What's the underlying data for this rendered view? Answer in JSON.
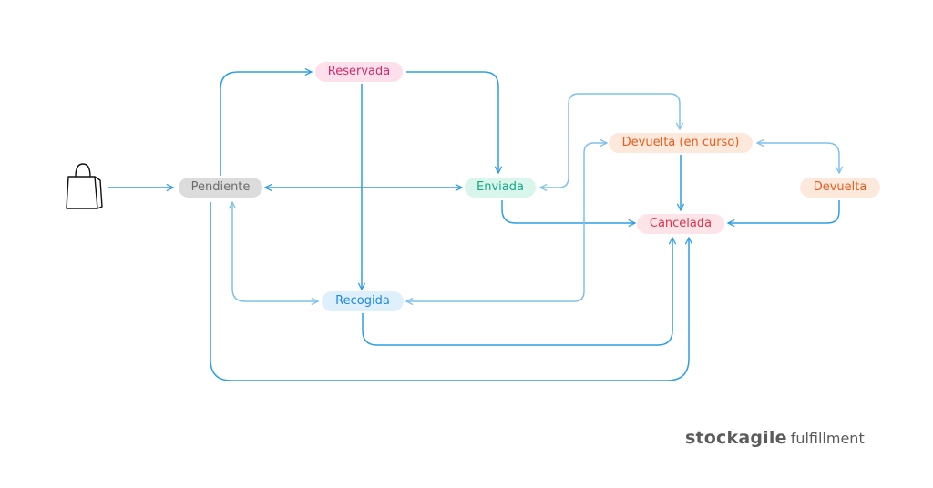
{
  "nodes": {
    "pendiente": "Pendiente",
    "reservada": "Reservada",
    "enviada": "Enviada",
    "recogida": "Recogida",
    "devuelta_en_curso": "Devuelta (en curso)",
    "devuelta": "Devuelta",
    "cancelada": "Cancelada"
  },
  "icons": {
    "start": "shopping-bag-icon"
  },
  "edges": [
    {
      "from": "start",
      "to": "pendiente"
    },
    {
      "from": "pendiente",
      "to": "reservada"
    },
    {
      "from": "pendiente",
      "to": "enviada",
      "bidirectional": true
    },
    {
      "from": "pendiente",
      "to": "recogida",
      "bidirectional": true
    },
    {
      "from": "pendiente",
      "to": "cancelada"
    },
    {
      "from": "reservada",
      "to": "enviada"
    },
    {
      "from": "reservada",
      "to": "recogida"
    },
    {
      "from": "enviada",
      "to": "cancelada"
    },
    {
      "from": "enviada",
      "to": "devuelta_en_curso",
      "bidirectional": true
    },
    {
      "from": "recogida",
      "to": "devuelta_en_curso",
      "bidirectional": true
    },
    {
      "from": "recogida",
      "to": "cancelada"
    },
    {
      "from": "devuelta_en_curso",
      "to": "cancelada"
    },
    {
      "from": "devuelta_en_curso",
      "to": "devuelta",
      "bidirectional": true
    },
    {
      "from": "devuelta",
      "to": "cancelada"
    }
  ],
  "colors": {
    "edge": "#2f9ee6",
    "edge_light": "#7fc0ec"
  },
  "brand": {
    "name": "stockagile",
    "product": "fulfillment"
  }
}
